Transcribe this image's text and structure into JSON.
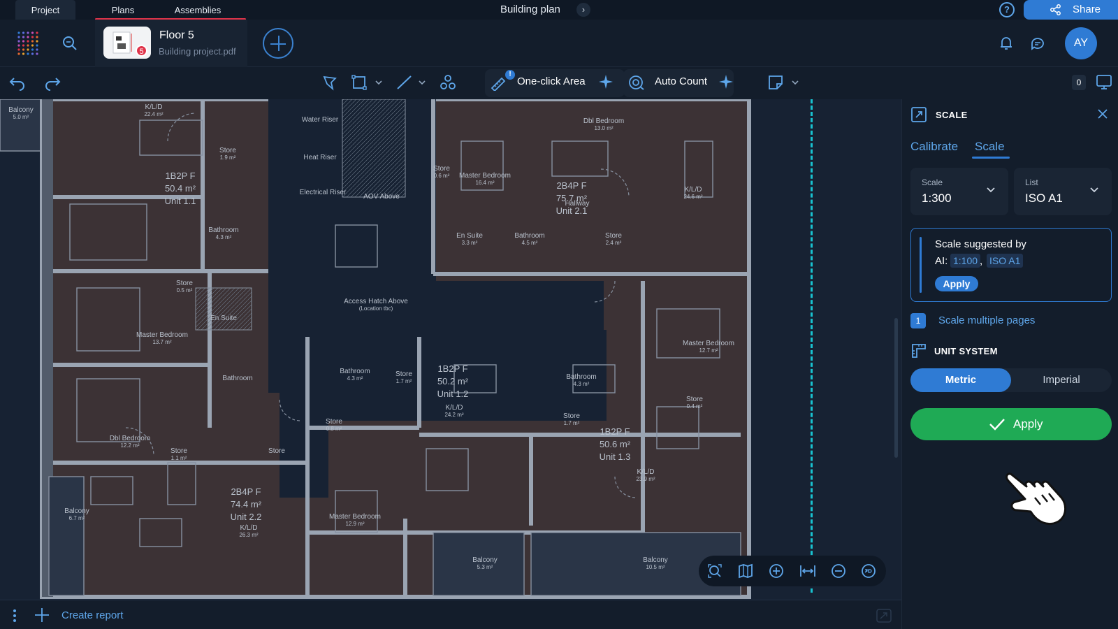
{
  "topbar": {
    "tabs": [
      "Project",
      "Plans",
      "Assemblies"
    ],
    "title": "Building plan",
    "share_label": "Share",
    "colors": {
      "accent": "#2f7bd4",
      "tab_underline": "#e0344a"
    }
  },
  "header": {
    "file_name": "Floor 5",
    "file_source": "Building project.pdf",
    "file_badge": "5",
    "avatar_initials": "AY"
  },
  "toolbar": {
    "one_click_area": "One-click Area",
    "auto_count": "Auto Count",
    "alert_mark": "!",
    "count_badge": "0"
  },
  "plan": {
    "rooms": [
      {
        "name": "Balcony",
        "area": "5.0 m²"
      },
      {
        "name": "K/L/D",
        "area": "22.4 m²"
      },
      {
        "name": "Store",
        "area": "1.9 m²"
      },
      {
        "name": "1B2P F",
        "area": "50.4 m²",
        "unit": "Unit 1.1"
      },
      {
        "name": "Bathroom",
        "area": "4.3 m²"
      },
      {
        "name": "Store",
        "area": "0.5 m²"
      },
      {
        "name": "En Suite",
        "area": ""
      },
      {
        "name": "Master Bedroom",
        "area": "13.7 m²"
      },
      {
        "name": "Bathroom",
        "area": ""
      },
      {
        "name": "Dbl Bedroom",
        "area": "12.2 m²"
      },
      {
        "name": "Store",
        "area": "1.1 m²"
      },
      {
        "name": "Store",
        "area": ""
      },
      {
        "name": "2B4P F",
        "area": "74.4 m²",
        "unit": "Unit 2.2"
      },
      {
        "name": "K/L/D",
        "area": "26.3 m²"
      },
      {
        "name": "Balcony",
        "area": "6.7 m²"
      },
      {
        "name": "Water Riser",
        "area": ""
      },
      {
        "name": "Heat Riser",
        "area": ""
      },
      {
        "name": "Electrical Riser",
        "area": ""
      },
      {
        "name": "AOV Above",
        "area": ""
      },
      {
        "name": "Access Hatch Above",
        "area": "(Location tbc)"
      },
      {
        "name": "Store",
        "area": "0.6 m²"
      },
      {
        "name": "Master Bedroom",
        "area": "16.4 m²"
      },
      {
        "name": "Dbl Bedroom",
        "area": "13.0 m²"
      },
      {
        "name": "2B4P F",
        "area": "75.7 m²",
        "unit": "Unit 2.1"
      },
      {
        "name": "Hallway",
        "area": ""
      },
      {
        "name": "K/L/D",
        "area": "24.6 m²"
      },
      {
        "name": "En Suite",
        "area": "3.3 m²"
      },
      {
        "name": "Bathroom",
        "area": "4.5 m²"
      },
      {
        "name": "Store",
        "area": "2.4 m²"
      },
      {
        "name": "Bathroom",
        "area": "4.3 m²"
      },
      {
        "name": "Store",
        "area": "1.7 m²"
      },
      {
        "name": "1B2P F",
        "area": "50.2 m²",
        "unit": "Unit 1.2"
      },
      {
        "name": "K/L/D",
        "area": "24.2 m²"
      },
      {
        "name": "Store",
        "area": "0.8 m²"
      },
      {
        "name": "Master Bedroom",
        "area": "12.9 m²"
      },
      {
        "name": "Bathroom",
        "area": "4.3 m²"
      },
      {
        "name": "Store",
        "area": "1.7 m²"
      },
      {
        "name": "1B2P F",
        "area": "50.6 m²",
        "unit": "Unit 1.3"
      },
      {
        "name": "K/L/D",
        "area": "23.9 m²"
      },
      {
        "name": "Master Bedroom",
        "area": "12.7 m²"
      },
      {
        "name": "Store",
        "area": "0.4 m²"
      },
      {
        "name": "Balcony",
        "area": "5.3 m²"
      },
      {
        "name": "Balcony",
        "area": "10.5 m²"
      }
    ]
  },
  "footer": {
    "create_report": "Create report"
  },
  "panel": {
    "title": "SCALE",
    "tab_calibrate": "Calibrate",
    "tab_scale": "Scale",
    "scale_label": "Scale",
    "scale_value": "1:300",
    "list_label": "List",
    "list_value": "ISO A1",
    "suggest_line1": "Scale suggested by",
    "suggest_ai": "AI:",
    "suggest_scale": "1:100",
    "suggest_comma": ",",
    "suggest_list": "ISO A1",
    "suggest_apply": "Apply",
    "multi_badge": "1",
    "multi_pages": "Scale multiple pages",
    "unit_system": "UNIT SYSTEM",
    "unit_metric": "Metric",
    "unit_imperial": "Imperial",
    "apply": "Apply",
    "colors": {
      "apply_green": "#1faa55",
      "selected": "#2f7bd4"
    }
  }
}
